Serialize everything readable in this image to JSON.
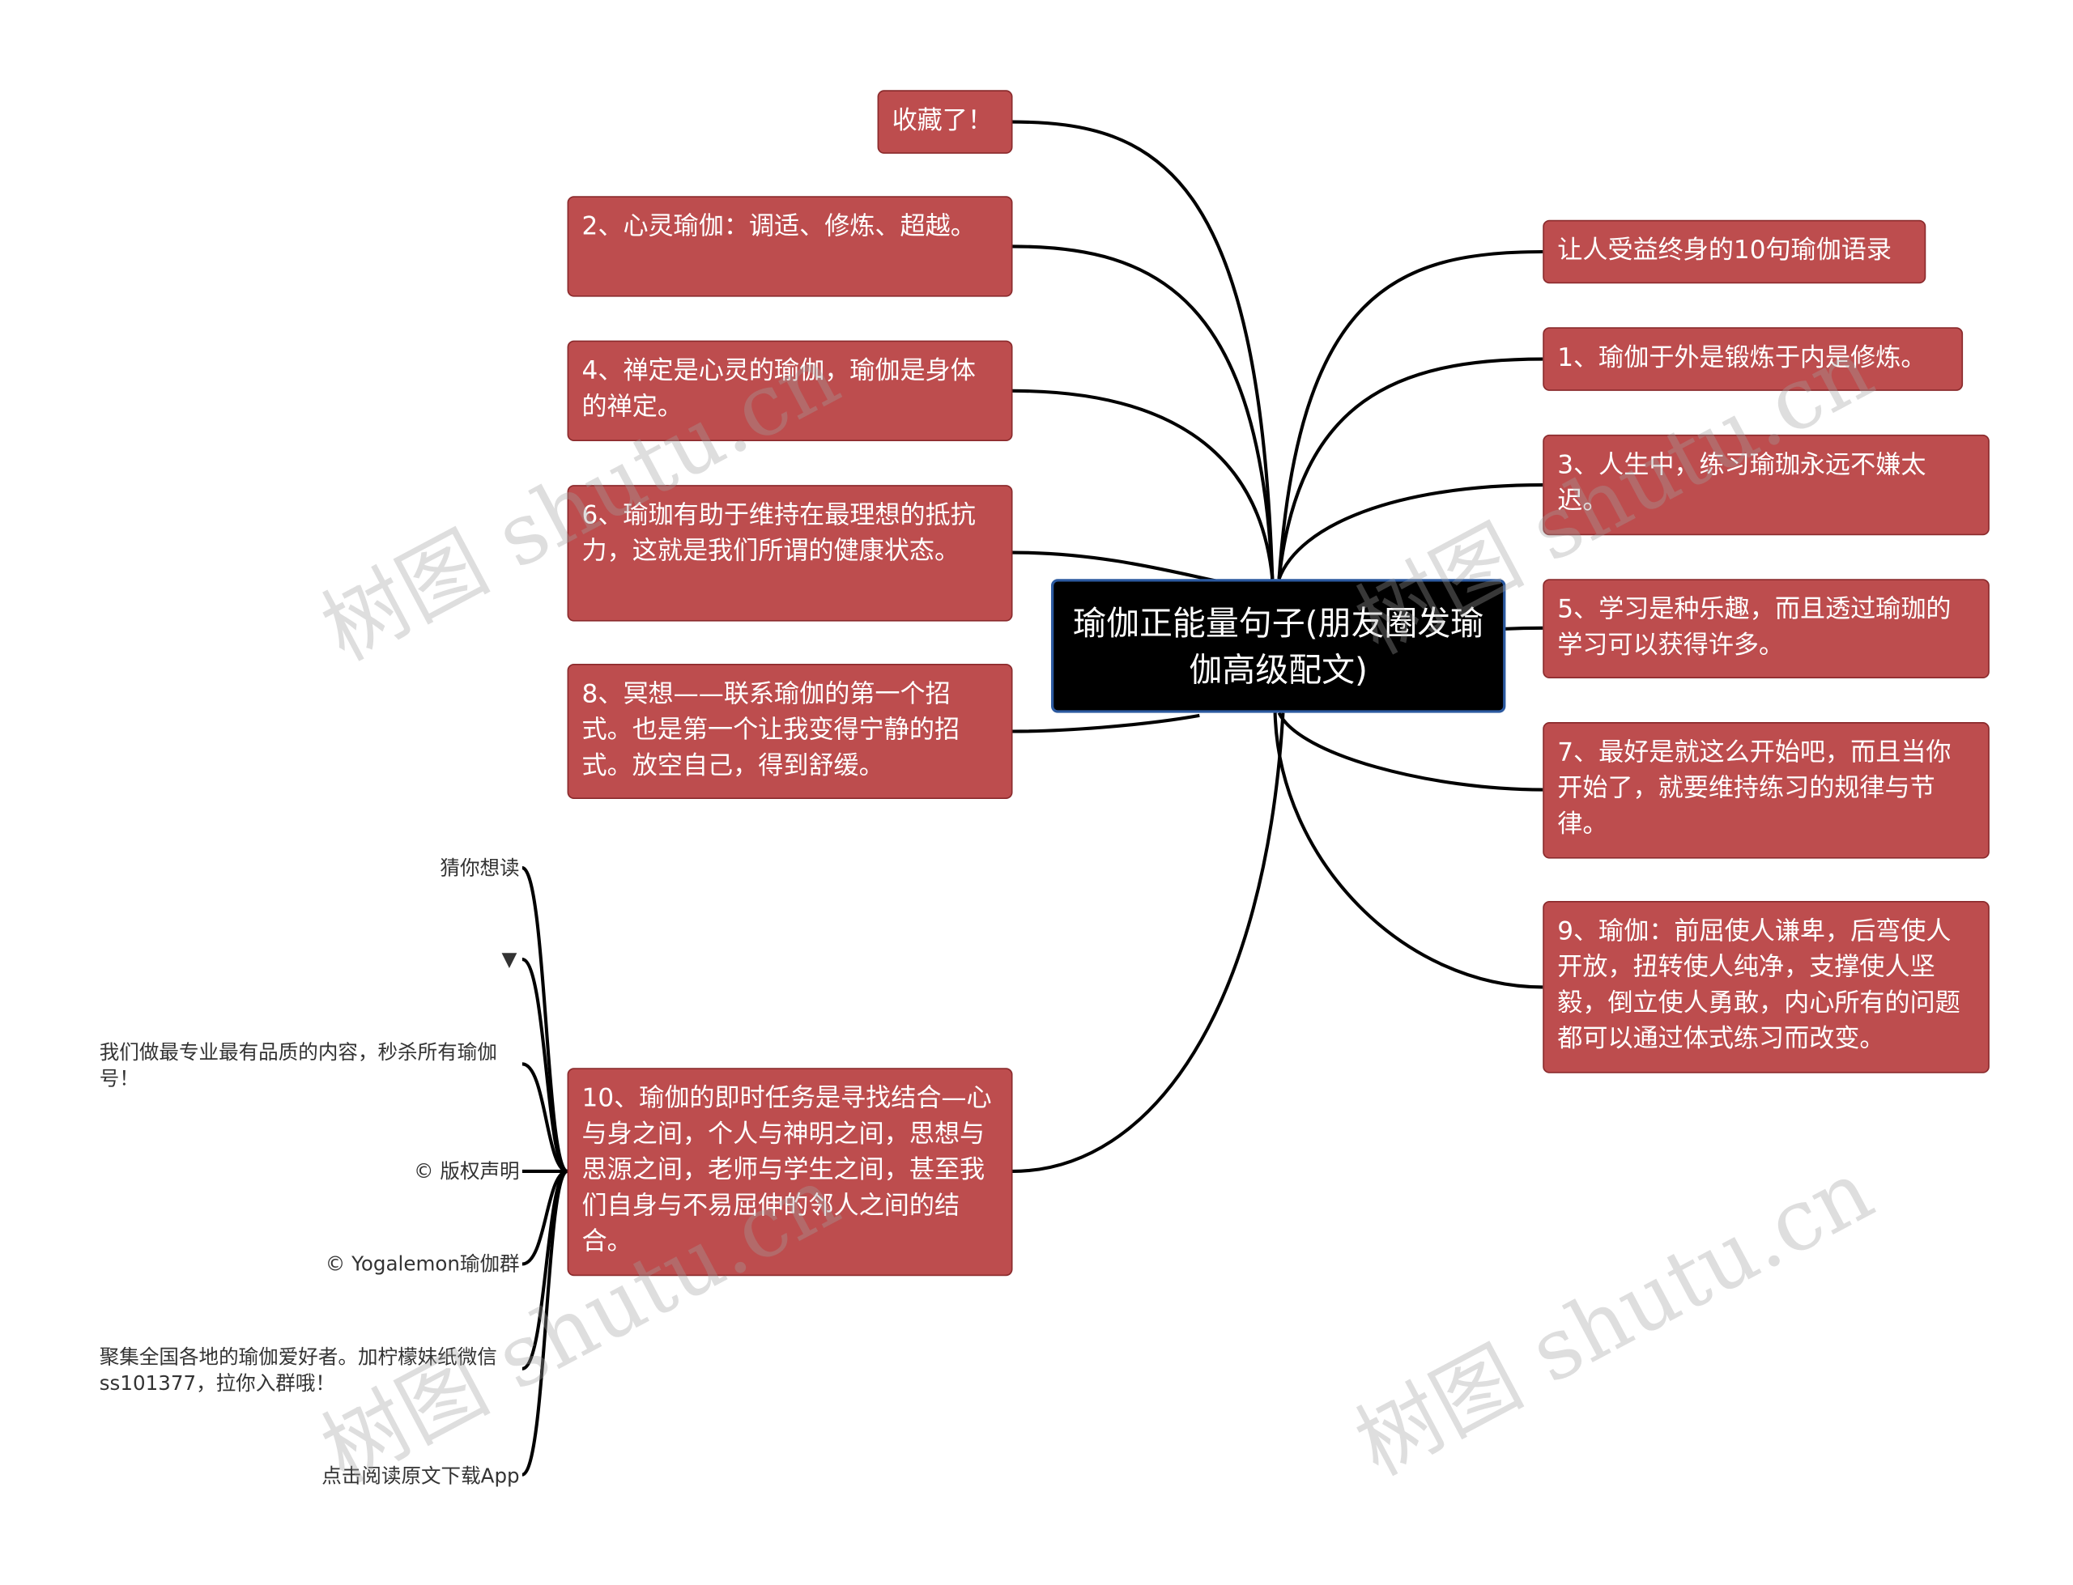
{
  "center": {
    "title": "瑜伽正能量句子(朋友圈发瑜伽高级配文)"
  },
  "left_nodes": [
    "收藏了！",
    "2、心灵瑜伽：调适、修炼、超越。",
    "4、禅定是心灵的瑜伽，瑜伽是身体的禅定。",
    "6、瑜珈有助于维持在最理想的抵抗力，这就是我们所谓的健康状态。",
    "8、冥想——联系瑜伽的第一个招式。也是第一个让我变得宁静的招式。放空自己，得到舒缓。",
    "10、瑜伽的即时任务是寻找结合—心与身之间，个人与神明之间，思想与思源之间，老师与学生之间，甚至我们自身与不易屈伸的邻人之间的结合。"
  ],
  "right_nodes": [
    "让人受益终身的10句瑜伽语录",
    "1、瑜伽于外是锻炼于内是修炼。",
    "3、人生中，练习瑜珈永远不嫌太迟。",
    "5、学习是种乐趣，而且透过瑜珈的学习可以获得许多。",
    "7、最好是就这么开始吧，而且当你开始了，就要维持练习的规律与节律。",
    "9、瑜伽：前屈使人谦卑，后弯使人开放，扭转使人纯净，支撑使人坚毅，倒立使人勇敢，内心所有的问题都可以通过体式练习而改变。"
  ],
  "leaves": [
    "猜你想读",
    "▼",
    "我们做最专业最有品质的内容，秒杀所有瑜伽号！",
    "© 版权声明",
    "© Yogalemon瑜伽群",
    "聚集全国各地的瑜伽爱好者。加柠檬妹纸微信ss101377，拉你入群哦！",
    "点击阅读原文下载App"
  ],
  "watermark": "树图 shutu.cn",
  "colors": {
    "node_fill": "#bd4d4e",
    "node_border": "#8a2a2c",
    "center_fill": "#000000",
    "center_border": "#2c5aa0",
    "line": "#000000"
  }
}
